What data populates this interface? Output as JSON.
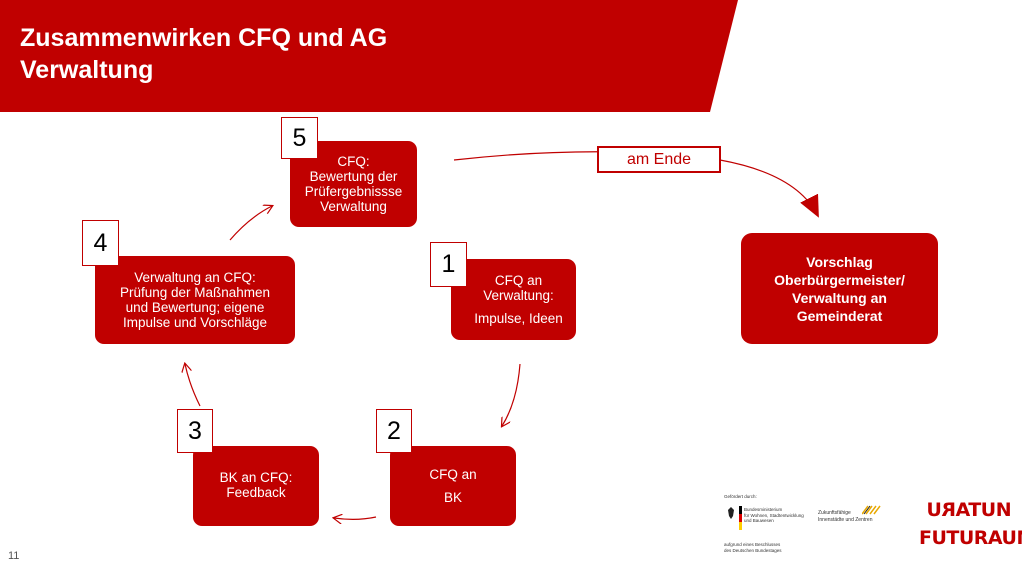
{
  "header": {
    "title_line1": "Zusammenwirken CFQ  und AG",
    "title_line2": "Verwaltung",
    "color": "#c00000"
  },
  "steps": [
    {
      "number": "1",
      "lines": [
        "CFQ an",
        "Verwaltung:",
        "Impulse, Ideen"
      ]
    },
    {
      "number": "2",
      "lines": [
        "CFQ  an",
        "BK"
      ]
    },
    {
      "number": "3",
      "lines": [
        "BK an CFQ:",
        "Feedback"
      ]
    },
    {
      "number": "4",
      "lines": [
        "Verwaltung an CFQ:",
        "Prüfung der Maßnahmen",
        "und Bewertung; eigene",
        "Impulse und Vorschläge"
      ]
    },
    {
      "number": "5",
      "lines": [
        "CFQ:",
        "Bewertung der",
        "Prüfergebnissse",
        "Verwaltung"
      ]
    }
  ],
  "end_label": "am Ende",
  "result": {
    "lines": [
      "Vorschlag",
      "Oberbürgermeister/",
      "Verwaltung an",
      "Gemeinderat"
    ]
  },
  "funding": {
    "heading": "Gefördert durch:",
    "ministry": [
      "Bundesministerium",
      "für Wohnen, Stadtentwicklung",
      "und Bauwesen"
    ],
    "decision": [
      "aufgrund eines Beschlusses",
      "des Deutschen Bundestages"
    ],
    "program": [
      "Zukunftsfähige",
      "Innenstädte und Zentren"
    ]
  },
  "logo": {
    "top": "ИUTARU",
    "bottom": "FUTURAUM"
  },
  "page_number": "11"
}
